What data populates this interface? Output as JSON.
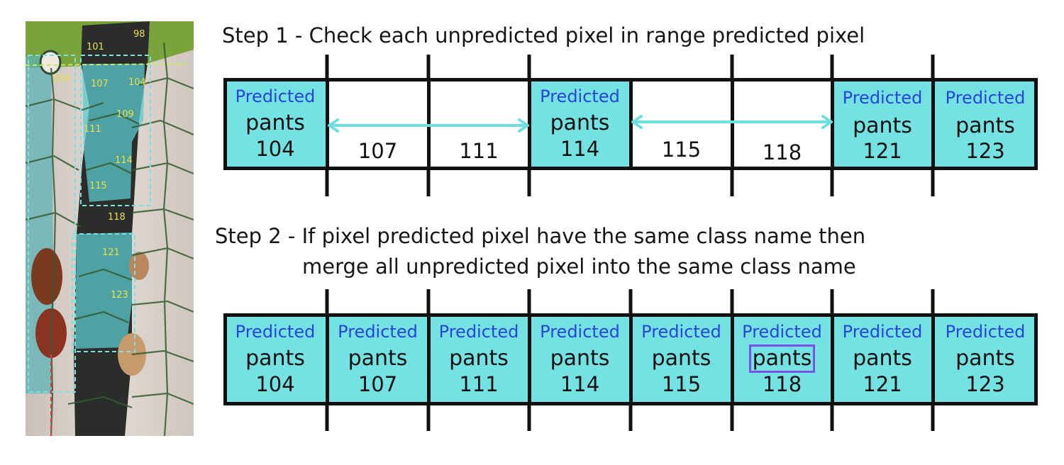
{
  "step1": {
    "title": "Step 1 - Check each unpredicted pixel in range predicted pixel",
    "cells": [
      {
        "predicted": true,
        "label": "Predicted",
        "class_name": "pants",
        "pixel": "104"
      },
      {
        "predicted": false,
        "label": "",
        "class_name": "",
        "pixel": "107"
      },
      {
        "predicted": false,
        "label": "",
        "class_name": "",
        "pixel": "111"
      },
      {
        "predicted": true,
        "label": "Predicted",
        "class_name": "pants",
        "pixel": "114"
      },
      {
        "predicted": false,
        "label": "",
        "class_name": "",
        "pixel": "115"
      },
      {
        "predicted": false,
        "label": "",
        "class_name": "",
        "pixel": "118"
      },
      {
        "predicted": true,
        "label": "Predicted",
        "class_name": "pants",
        "pixel": "121"
      },
      {
        "predicted": true,
        "label": "Predicted",
        "class_name": "pants",
        "pixel": "123"
      }
    ]
  },
  "step2": {
    "title_line1": "Step 2 - If pixel predicted pixel have the same class name then",
    "title_line2": "merge all unpredicted pixel into the same class name",
    "cells": [
      {
        "predicted": true,
        "label": "Predicted",
        "class_name": "pants",
        "pixel": "104"
      },
      {
        "predicted": true,
        "label": "Predicted",
        "class_name": "pants",
        "pixel": "107"
      },
      {
        "predicted": true,
        "label": "Predicted",
        "class_name": "pants",
        "pixel": "111"
      },
      {
        "predicted": true,
        "label": "Predicted",
        "class_name": "pants",
        "pixel": "114"
      },
      {
        "predicted": true,
        "label": "Predicted",
        "class_name": "pants",
        "pixel": "115"
      },
      {
        "predicted": true,
        "label": "Predicted",
        "class_name": "pants",
        "pixel": "118",
        "highlighted": true
      },
      {
        "predicted": true,
        "label": "Predicted",
        "class_name": "pants",
        "pixel": "121"
      },
      {
        "predicted": true,
        "label": "Predicted",
        "class_name": "pants",
        "pixel": "123"
      }
    ]
  },
  "segment_labels": [
    "98",
    "101",
    "104",
    "104",
    "107",
    "109",
    "111",
    "114",
    "115",
    "118",
    "121",
    "123"
  ],
  "colors": {
    "predicted_fill": "#74e1e3",
    "predicted_label": "#2546d6",
    "arrow": "#6edfe0",
    "highlight_box": "#7b4fe8"
  }
}
